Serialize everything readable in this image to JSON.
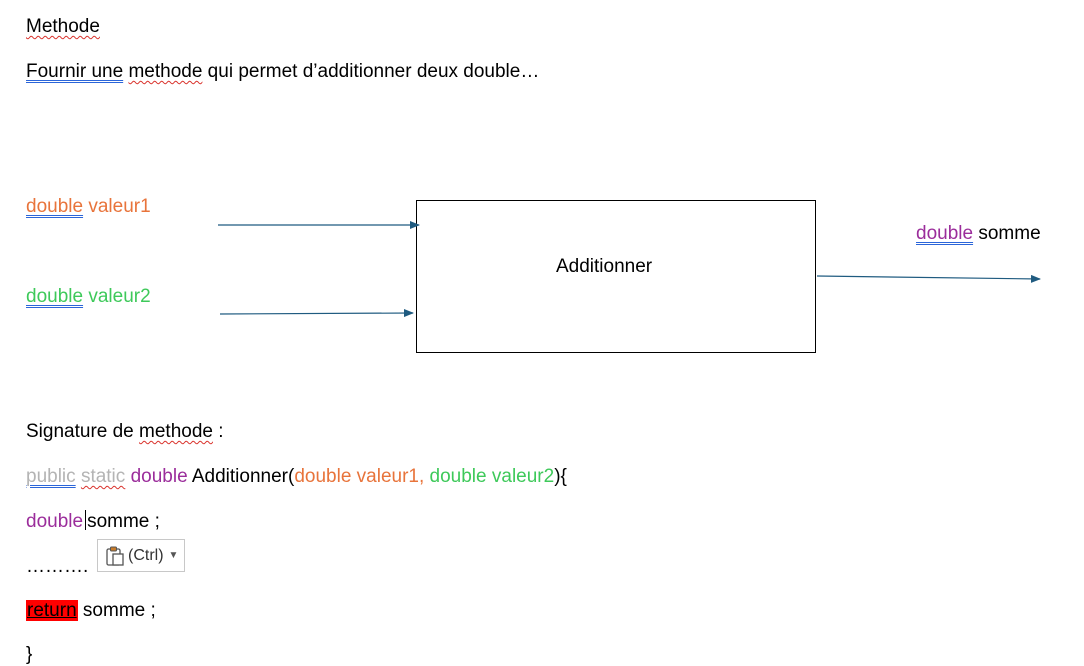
{
  "heading": "Methode",
  "intro": {
    "word1": "Fournir  une",
    "word2": "methode",
    "rest": " qui permet d’additionner deux double…"
  },
  "diagram": {
    "input1_type": "double",
    "input1_name": " valeur1",
    "input2_type": "double",
    "input2_name": " valeur2",
    "box_label": "Additionner",
    "output_type": "double",
    "output_name": " somme"
  },
  "signature": {
    "label_prefix": "Signature de ",
    "label_word": "methode",
    "label_suffix": " :"
  },
  "code": {
    "kw_public": "public",
    "kw_static": "static",
    "kw_double": " double",
    "method": " Additionner(",
    "param1": "double valeur1,",
    "param2": " double valeur2",
    "close": "){",
    "line2_type": "double",
    "line2_rest": "somme ;",
    "dots": "……….",
    "return_kw": "return",
    "return_rest": " somme ;",
    "brace": "}"
  },
  "paste_options": {
    "label": "(Ctrl)"
  },
  "colors": {
    "arrow": "#1f5b80",
    "type_purple": "#9b2d9b",
    "param1_orange": "#e8743b",
    "param2_green": "#3ec95a",
    "return_highlight": "#ff0000"
  }
}
